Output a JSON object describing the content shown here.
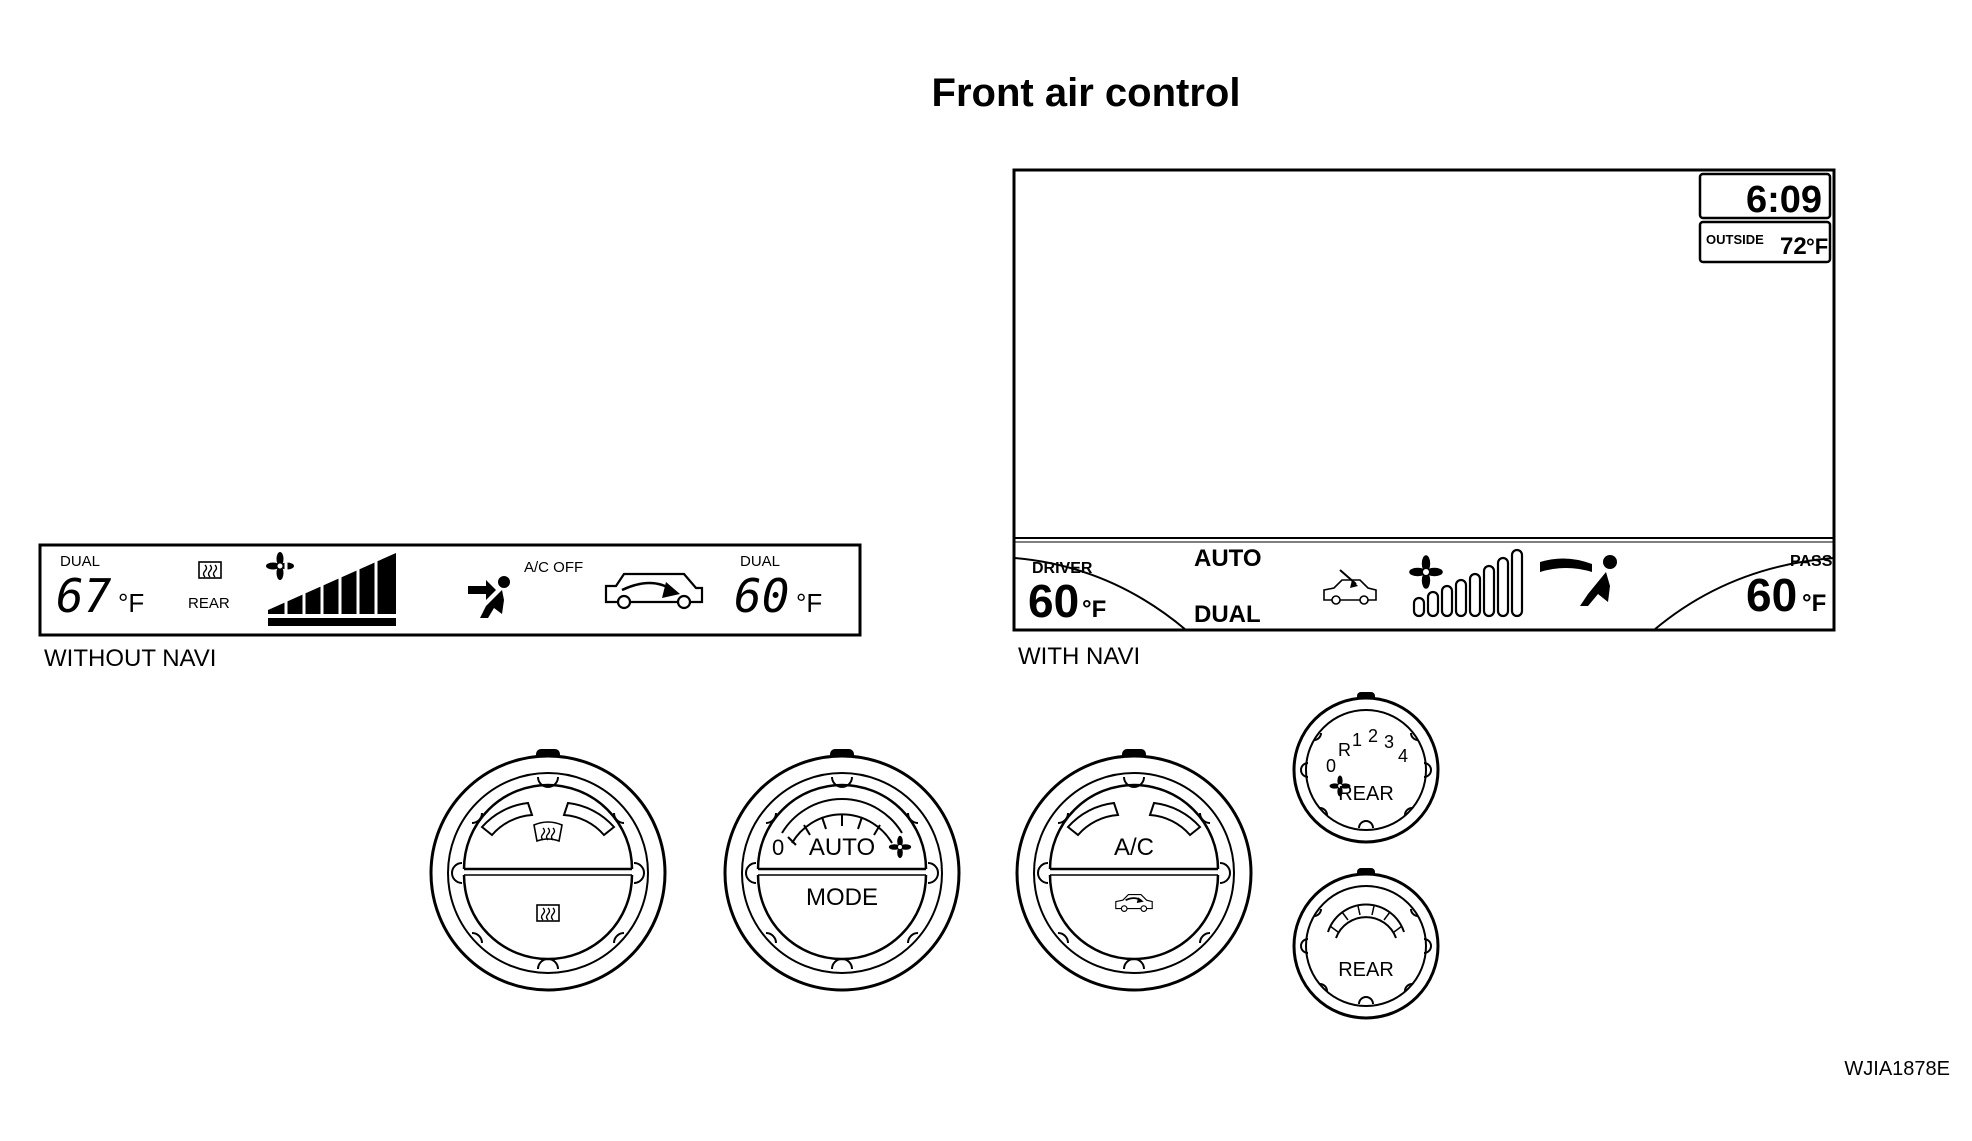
{
  "title": "Front air control",
  "figure_code": "WJIA1878E",
  "without_navi": {
    "caption": "WITHOUT NAVI",
    "left_dual": "DUAL",
    "left_temp": "67",
    "left_unit": "°F",
    "rear_label": "REAR",
    "ac_off": "A/C OFF",
    "right_dual": "DUAL",
    "right_temp": "60",
    "right_unit": "°F",
    "fan_level_fraction": 1.0,
    "icons": [
      "rear-defrost-icon",
      "fan-icon",
      "vent-mode-icon",
      "recirculation-icon"
    ]
  },
  "with_navi": {
    "caption": "WITH NAVI",
    "clock": "6:09",
    "outside_label": "OUTSIDE",
    "outside_temp": "72",
    "outside_unit": "°F",
    "driver_label": "DRIVER",
    "driver_temp": "60",
    "driver_unit": "°F",
    "auto_label": "AUTO",
    "dual_label": "DUAL",
    "pass_label": "PASS",
    "pass_temp": "60",
    "pass_unit": "°F",
    "icons": [
      "intake-car-icon",
      "fan-icon",
      "fan-speed-bars-icon",
      "vent-mode-icon"
    ]
  },
  "knobs": {
    "knob1": {
      "bottom_icon": "rear-defrost-icon",
      "top_icon": "front-defrost-icon"
    },
    "knob2": {
      "zero": "0",
      "auto": "AUTO",
      "mode": "MODE"
    },
    "knob3": {
      "ac": "A/C",
      "bottom_icon": "recirculation-icon"
    },
    "rear_fan": {
      "r": "R",
      "n1": "1",
      "n2": "2",
      "n3": "3",
      "n4": "4",
      "zero": "0",
      "label": "REAR"
    },
    "rear_temp": {
      "label": "REAR"
    }
  }
}
